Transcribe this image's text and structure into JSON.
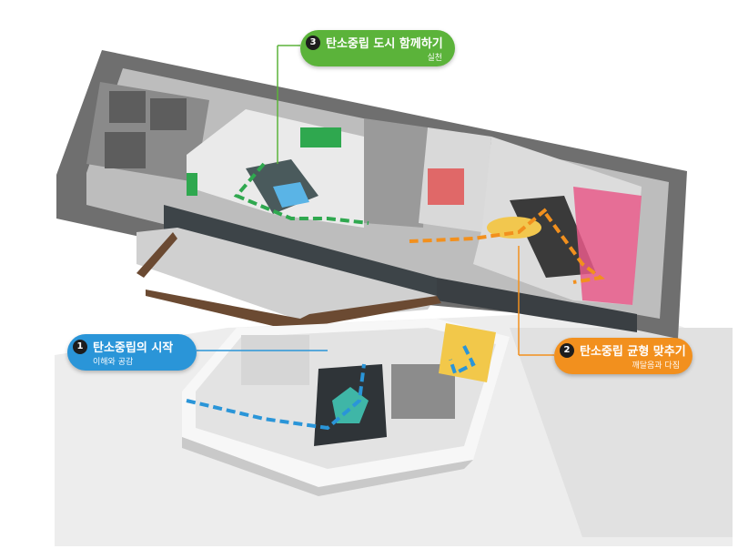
{
  "zones": [
    {
      "number": "1",
      "title": "탄소중립의 시작",
      "subtitle": "이해와 공감",
      "color": "#2a95d8"
    },
    {
      "number": "2",
      "title": "탄소중립 균형 맞추기",
      "subtitle": "깨달음과 다짐",
      "color": "#f2901e"
    },
    {
      "number": "3",
      "title": "탄소중립 도시 함께하기",
      "subtitle": "실천",
      "color": "#5bb33a"
    }
  ]
}
